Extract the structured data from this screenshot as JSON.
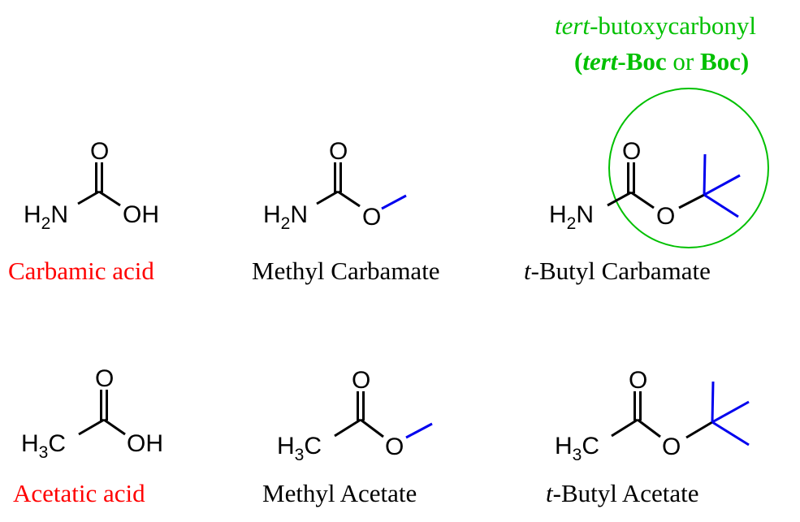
{
  "colors": {
    "name_red": "#ff0000",
    "highlight_green": "#00c000",
    "group_blue": "#0000ee",
    "bond_black": "#000000"
  },
  "header": {
    "line1_italic": "tert",
    "line1_rest": "-butoxycarbonyl",
    "line2": {
      "open": "(",
      "tert": "tert",
      "boc1": "-Boc",
      "or": " or ",
      "boc2": "Boc",
      "close": ")"
    }
  },
  "atoms": {
    "O": "O",
    "OH": "OH",
    "H": "H",
    "N": "N",
    "C": "C",
    "sub2": "2",
    "sub3": "3"
  },
  "compounds": [
    {
      "name": "Carbamic acid"
    },
    {
      "name": "Methyl Carbamate"
    },
    {
      "name_prefix": "t",
      "name": "-Butyl Carbamate"
    },
    {
      "name": "Acetatic acid"
    },
    {
      "name": "Methyl Acetate"
    },
    {
      "name_prefix": "t",
      "name": "-Butyl Acetate"
    }
  ]
}
